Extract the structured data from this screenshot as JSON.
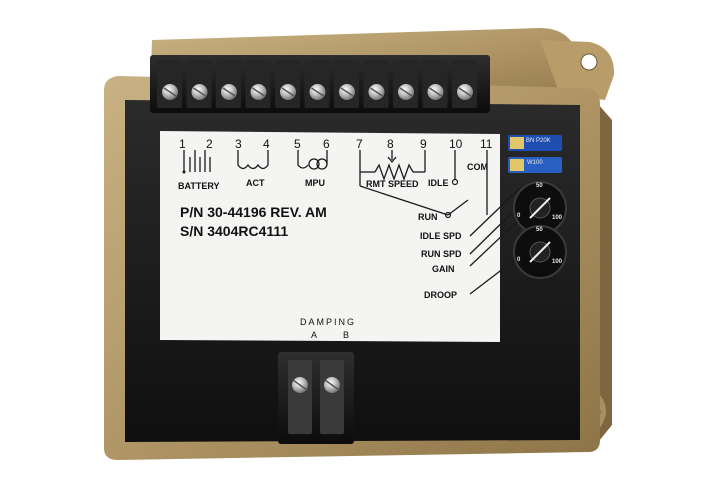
{
  "terminal_numbers": [
    "1",
    "2",
    "3",
    "4",
    "5",
    "6",
    "7",
    "8",
    "9",
    "10",
    "11"
  ],
  "labels": {
    "battery": "BATTERY",
    "act": "ACT",
    "mpu": "MPU",
    "rmt_speed": "RMT SPEED",
    "idle": "IDLE",
    "com": "COM",
    "run": "RUN",
    "idle_spd": "IDLE SPD",
    "run_spd": "RUN SPD",
    "gain": "GAIN",
    "droop": "DROOP"
  },
  "part_number": "P/N  30-44196  REV. AM",
  "serial_number": "S/N  3404RC4111",
  "damping": {
    "title": "DAMPING",
    "a": "A",
    "b": "B"
  },
  "trimmers": [
    "BN P20K",
    "W100"
  ],
  "dials": [
    {
      "top": "50",
      "left": "0",
      "right": "100"
    },
    {
      "top": "50",
      "left": "0",
      "right": "100"
    }
  ],
  "colors": {
    "housing": "#b49b6c",
    "panel": "#1a1a1a",
    "label": "#f4f4f2",
    "trimmer": "#2a5fc2"
  }
}
